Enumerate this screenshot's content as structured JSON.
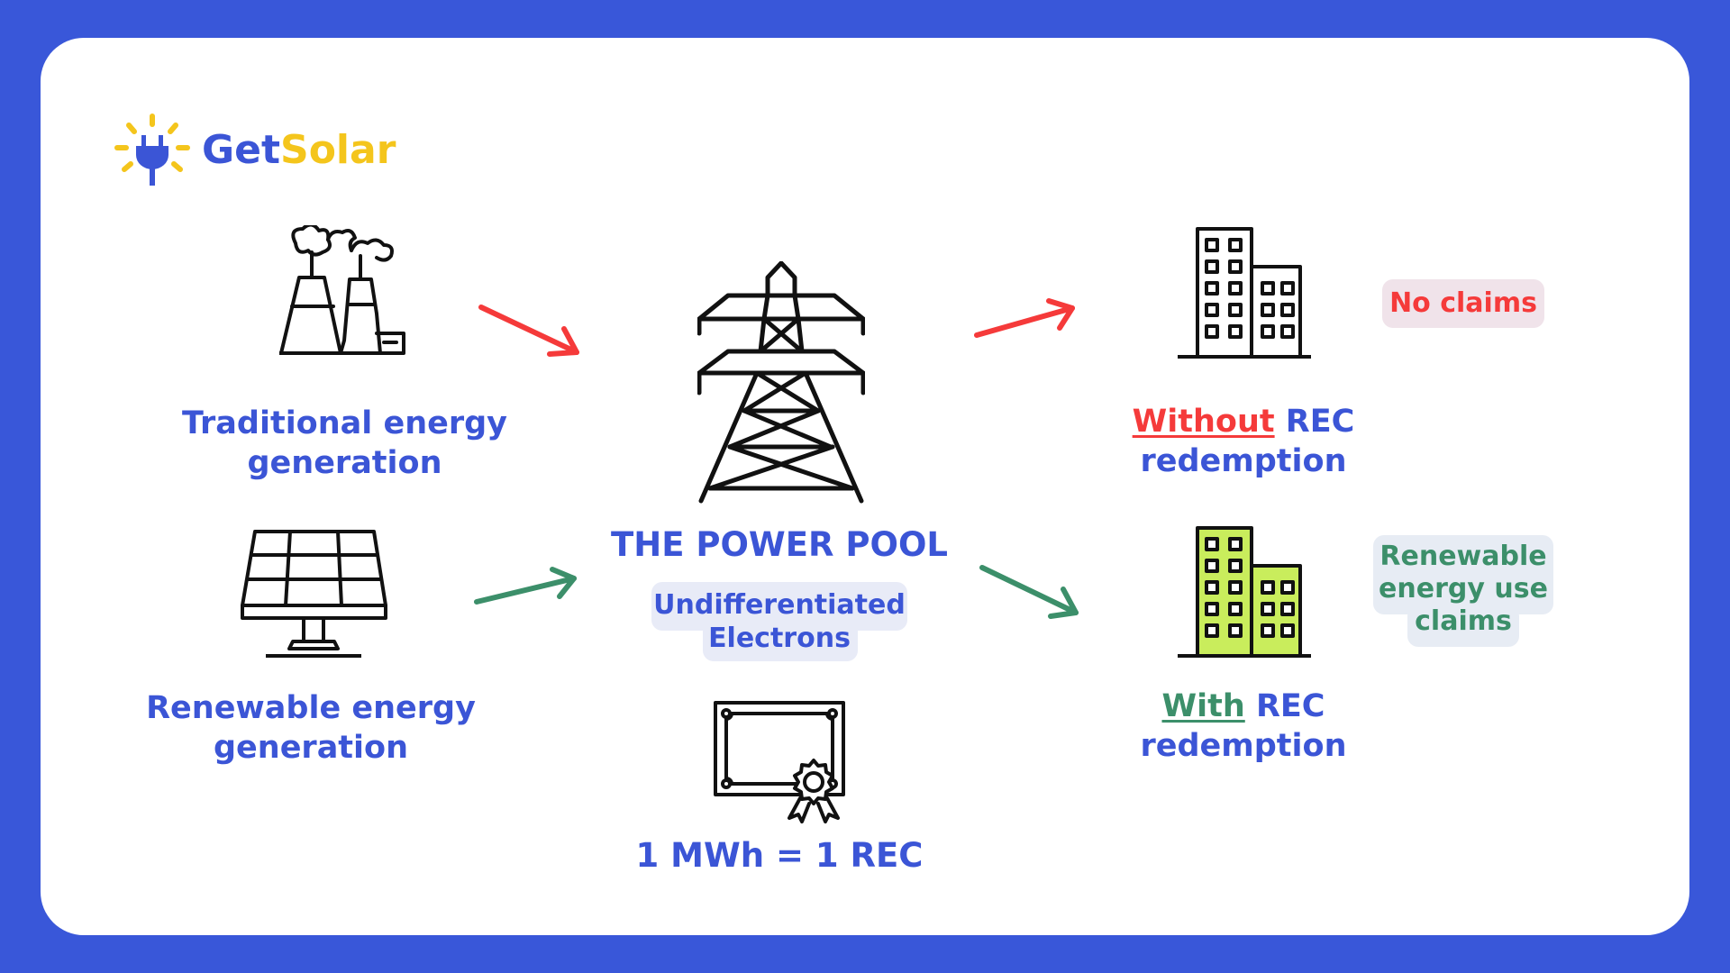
{
  "brand": {
    "get": "Get",
    "solar": "Solar",
    "get_color": "#3b55d6",
    "solar_color": "#f4c51c"
  },
  "sources": {
    "traditional": {
      "line1": "Traditional energy",
      "line2": "generation",
      "icon": "factory-icon"
    },
    "renewable": {
      "line1": "Renewable energy",
      "line2": "generation",
      "icon": "solar-panel-icon"
    }
  },
  "pool": {
    "title": "THE POWER POOL",
    "pill_line1": "Undifferentiated",
    "pill_line2": "Electrons",
    "icon": "transmission-tower-icon"
  },
  "rec": {
    "text": "1 MWh = 1 REC",
    "icon": "certificate-icon"
  },
  "outcomes": {
    "without": {
      "emph": "Without",
      "rest": " REC",
      "line2": "redemption",
      "claim": "No claims",
      "emph_color": "#f53a3a"
    },
    "with": {
      "emph": "With",
      "rest": " REC",
      "line2": "redemption",
      "claim_line1": "Renewable",
      "claim_line2": "energy use",
      "claim_line3": "claims",
      "emph_color": "#3c8f6a"
    }
  },
  "colors": {
    "background": "#3957d9",
    "card": "#ffffff",
    "label": "#3b55d6",
    "red_arrow": "#f53a3a",
    "green_arrow": "#3c8f6a",
    "building_fill": "#c9ed5c",
    "pill_bg": "#e8ebf7",
    "no_claims_bg": "#f0e3ea",
    "claims_bg": "#e7ecf4"
  }
}
